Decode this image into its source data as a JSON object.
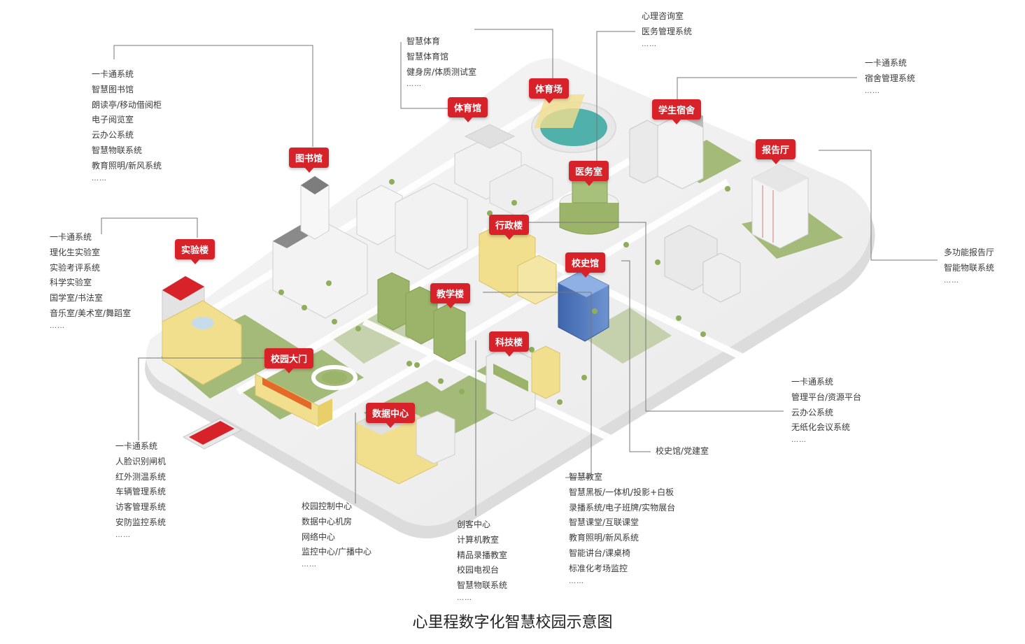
{
  "caption": "心里程数字化智慧校园示意图",
  "buildings": {
    "library": "图书馆",
    "lab": "实验楼",
    "gate": "校园大门",
    "gym": "体育馆",
    "stadium": "体育场",
    "dorm": "学生宿舍",
    "clinic": "医务室",
    "report_hall": "报告厅",
    "admin": "行政楼",
    "history": "校史馆",
    "teaching": "教学楼",
    "tech": "科技楼",
    "data_center": "数据中心"
  },
  "annotations": {
    "library": [
      "一卡通系统",
      "智慧图书馆",
      "朗读亭/移动借阅柜",
      "电子阅览室",
      "云办公系统",
      "智慧物联系统",
      "教育照明/新风系统"
    ],
    "lab": [
      "一卡通系统",
      "理化生实验室",
      "实验考评系统",
      "科学实验室",
      "国学室/书法室",
      "音乐室/美术室/舞蹈室"
    ],
    "gate": [
      "一卡通系统",
      "人脸识别闸机",
      "红外测温系统",
      "车辆管理系统",
      "访客管理系统",
      "安防监控系统"
    ],
    "gym": [
      "智慧体育",
      "智慧体育馆",
      "健身房/体质测试室"
    ],
    "clinic": [
      "心理咨询室",
      "医务管理系统"
    ],
    "dorm": [
      "一卡通系统",
      "宿舍管理系统"
    ],
    "report_hall": [
      "多功能报告厅",
      "智能物联系统"
    ],
    "admin": [
      "一卡通系统",
      "管理平台/资源平台",
      "云办公系统",
      "无纸化会议系统"
    ],
    "history": [
      "校史馆/党建室"
    ],
    "teaching": [
      "智慧教室",
      "智慧黑板/一体机/投影+白板",
      "录播系统/电子班牌/实物展台",
      "智慧课堂/互联课堂",
      "教育照明/新风系统",
      "智能讲台/课桌椅",
      "标准化考场监控"
    ],
    "tech": [
      "创客中心",
      "计算机教室",
      "精品录播教室",
      "校园电视台",
      "智慧物联系统"
    ],
    "data_center": [
      "校园控制中心",
      "数据中心机房",
      "网络中心",
      "监控中心/广播中心"
    ]
  },
  "ellipsis": "……",
  "colors": {
    "tag_red": "#d7222a",
    "grass_green": "#9bb46a",
    "platform": "#f1f1f1",
    "building_white": "#f4f4f4",
    "accent_yellow": "#f1df8e",
    "history_blue": "#4d78c0",
    "pool_teal": "#4fb1aa"
  }
}
